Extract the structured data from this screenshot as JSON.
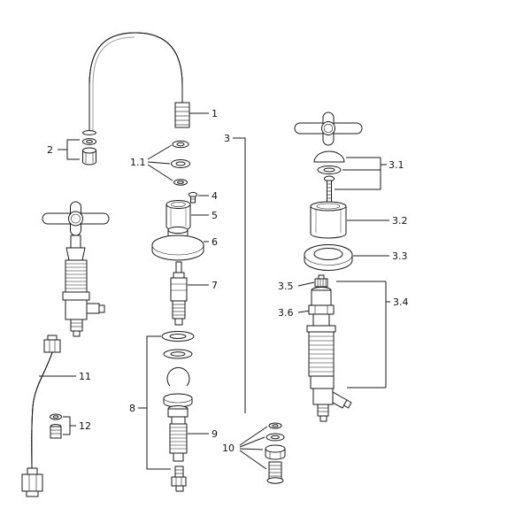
{
  "labels": {
    "l1": "1",
    "l1_1": "1.1",
    "l2": "2",
    "l3": "3",
    "l3_1": "3.1",
    "l3_2": "3.2",
    "l3_3": "3.3",
    "l3_4": "3.4",
    "l3_5": "3.5",
    "l3_6": "3.6",
    "l4": "4",
    "l5": "5",
    "l6": "6",
    "l7": "7",
    "l8": "8",
    "l9": "9",
    "l10": "10",
    "l11": "11",
    "l12": "12"
  }
}
